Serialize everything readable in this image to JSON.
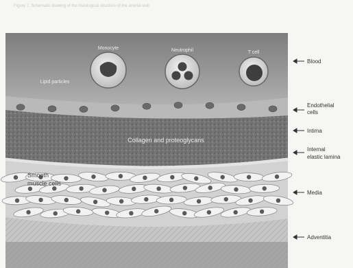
{
  "header_text": "Figure 7. Schematic drawing of the histological structure of the arterial wall.",
  "cells": [
    {
      "label": "Monocyte",
      "icon": "monocyte-icon"
    },
    {
      "label": "Neutrophil",
      "icon": "neutrophil-icon"
    },
    {
      "label": "T cell",
      "icon": "t-cell-icon"
    }
  ],
  "inner_labels": {
    "lumen": "Lipid particles",
    "intima": "Collagen and proteoglycans",
    "smooth_1": "Smooth",
    "smooth_2": "muscle cells"
  },
  "side_labels": {
    "blood": "Blood",
    "endothelial_1": "Endothelial",
    "endothelial_2": "cells",
    "intima": "Intima",
    "iel_1": "Internal",
    "iel_2": "elastic lamina",
    "media": "Media",
    "adventitia": "Adventitia"
  },
  "colors": {
    "page": "#f6f6f4",
    "blood": "#8e8e8e",
    "intima": "#6f6f6f",
    "media": "#cfcfcf",
    "adventitia": "#c4c4c4",
    "nucleus": "#5a5a5a",
    "text_dark": "#333333",
    "text_light": "#eeeeee"
  }
}
